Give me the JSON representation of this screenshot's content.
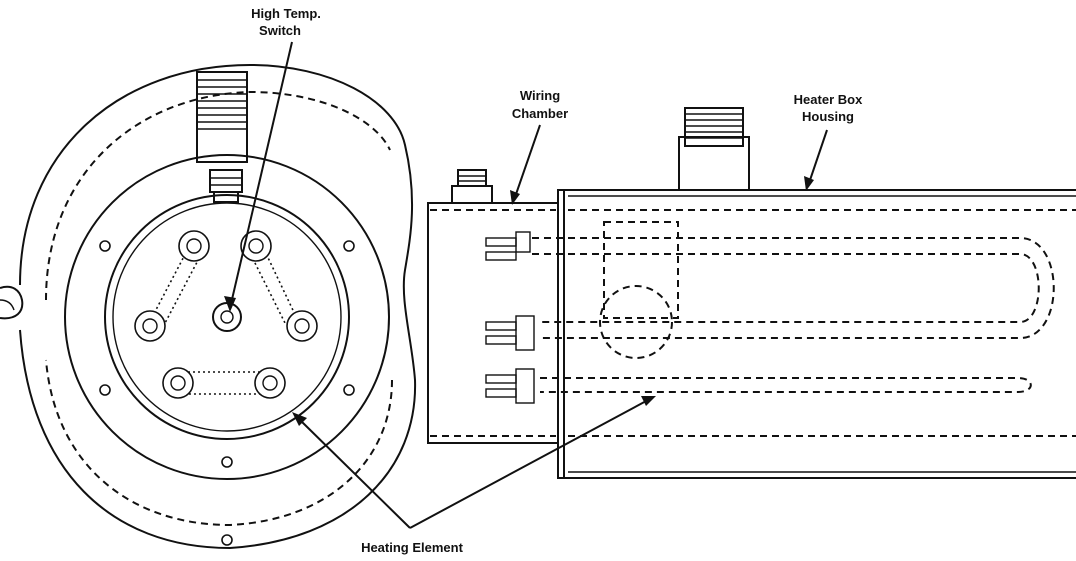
{
  "labels": {
    "high_temp_switch_line1": "High Temp.",
    "high_temp_switch_line2": "Switch",
    "wiring_chamber_line1": "Wiring",
    "wiring_chamber_line2": "Chamber",
    "heater_box_housing_line1": "Heater Box",
    "heater_box_housing_line2": "Housing",
    "heating_element": "Heating Element"
  },
  "colors": {
    "ink": "#111111",
    "background": "#ffffff"
  }
}
